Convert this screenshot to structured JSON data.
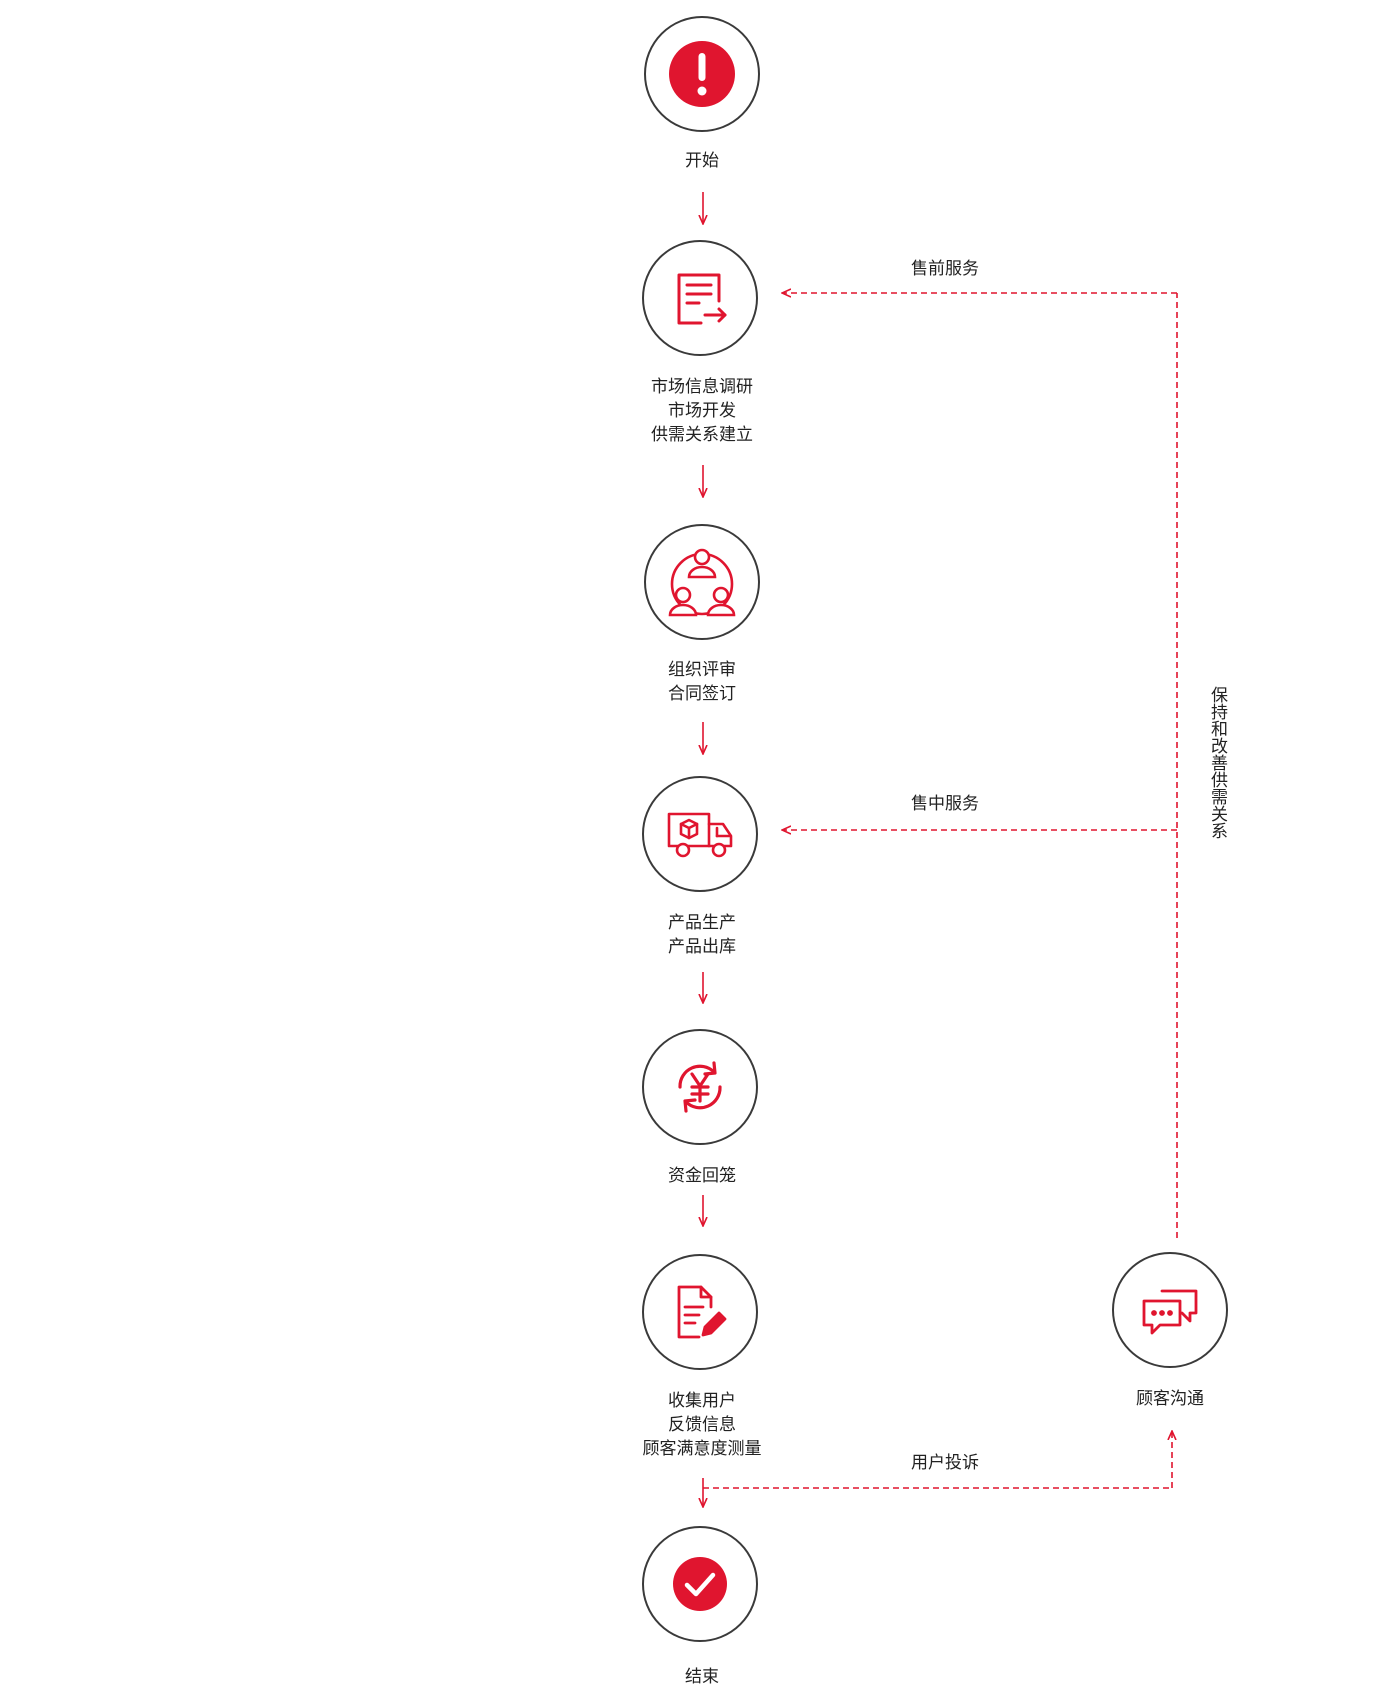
{
  "nodes": [
    {
      "id": "start",
      "icon": "exclamation-icon",
      "lines": [
        "开始"
      ]
    },
    {
      "id": "market",
      "icon": "document-export-icon",
      "lines": [
        "市场信息调研",
        "市场开发",
        "供需关系建立"
      ]
    },
    {
      "id": "review",
      "icon": "people-group-icon",
      "lines": [
        "组织评审",
        "合同签订"
      ]
    },
    {
      "id": "produce",
      "icon": "delivery-truck-icon",
      "lines": [
        "产品生产",
        "产品出库"
      ]
    },
    {
      "id": "funds",
      "icon": "yuan-refresh-icon",
      "lines": [
        "资金回笼"
      ]
    },
    {
      "id": "feedback",
      "icon": "document-edit-icon",
      "lines": [
        "收集用户",
        "反馈信息",
        "顾客满意度测量"
      ]
    },
    {
      "id": "end",
      "icon": "checkmark-icon",
      "lines": [
        "结束"
      ]
    },
    {
      "id": "customer",
      "icon": "chat-bubbles-icon",
      "lines": [
        "顾客沟通"
      ]
    }
  ],
  "edge_labels": {
    "presale": "售前服务",
    "insale": "售中服务",
    "complaint": "用户投诉",
    "maintain": "保持和改善供需关系"
  },
  "colors": {
    "accent": "#e0152f",
    "border": "#3a3a3a",
    "text": "#222222"
  }
}
